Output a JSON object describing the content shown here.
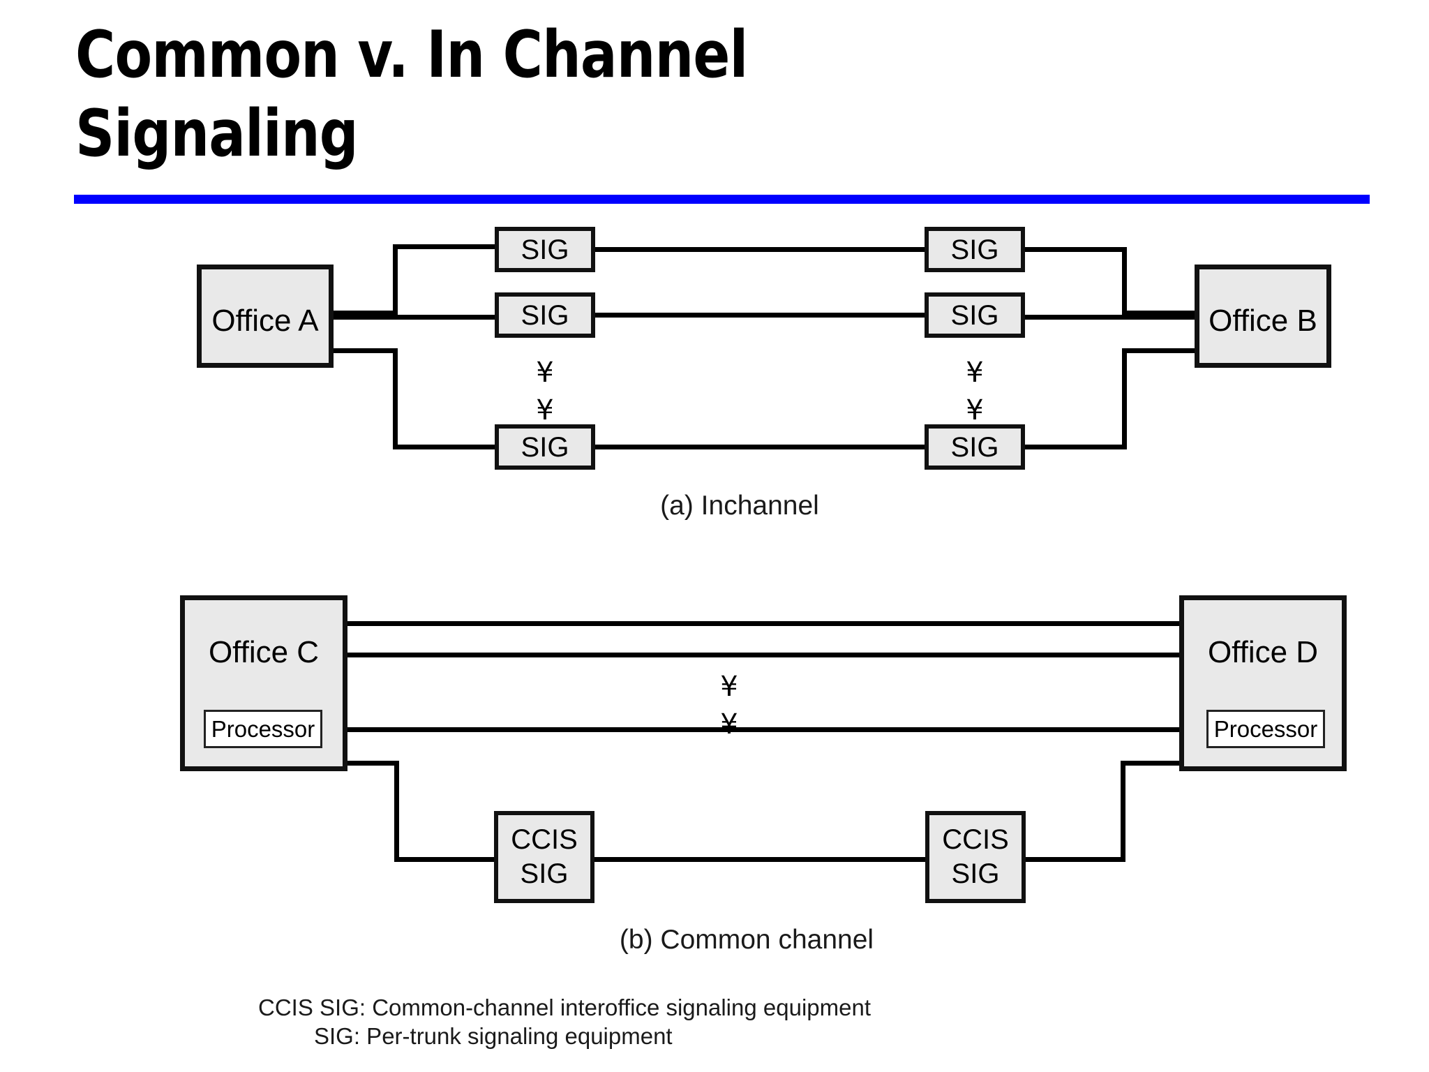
{
  "slide": {
    "title": "Common v. In Channel\nSignaling",
    "rule_color": "#0000ff"
  },
  "theme": {
    "box_fill": "#e9e9e9",
    "box_border": "#111111",
    "processor_fill": "#ffffff",
    "line_color": "#000000",
    "background": "#ffffff"
  },
  "diagram_a": {
    "caption": "(a) Inchannel",
    "left_office": {
      "label": "Office A"
    },
    "right_office": {
      "label": "Office B"
    },
    "sig_label": "SIG",
    "left_sig_boxes": [
      {
        "label": "SIG"
      },
      {
        "label": "SIG"
      },
      {
        "label": "SIG"
      }
    ],
    "right_sig_boxes": [
      {
        "label": "SIG"
      },
      {
        "label": "SIG"
      },
      {
        "label": "SIG"
      }
    ],
    "ellipsis_glyph": "¥",
    "ellipsis_count": 2
  },
  "diagram_b": {
    "caption": "(b) Common channel",
    "left_office": {
      "label": "Office C",
      "processor_label": "Processor"
    },
    "right_office": {
      "label": "Office D",
      "processor_label": "Processor"
    },
    "ccis_boxes": [
      {
        "line1": "CCIS",
        "line2": "SIG"
      },
      {
        "line1": "CCIS",
        "line2": "SIG"
      }
    ],
    "ellipsis_glyph": "¥",
    "ellipsis_count": 2,
    "trunk_count": 3
  },
  "legend": {
    "line1": "CCIS SIG: Common-channel interoffice signaling equipment",
    "line2": "SIG: Per-trunk signaling equipment"
  }
}
